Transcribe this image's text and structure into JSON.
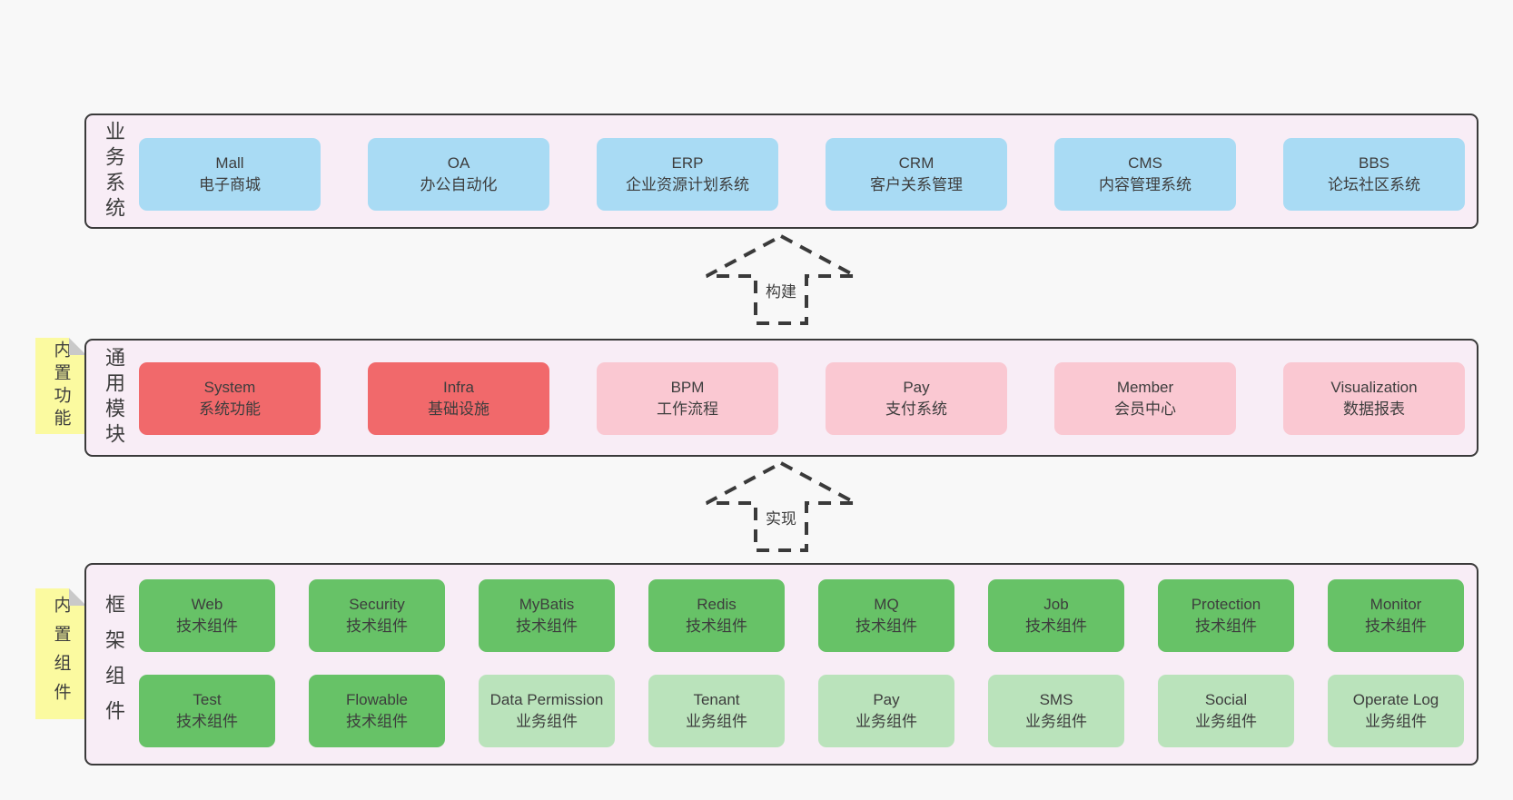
{
  "colors": {
    "page_bg": "#f8f8f8",
    "panel_bg": "#f8edf6",
    "panel_border": "#3a3a3a",
    "box_blue": "#a9dbf4",
    "box_red": "#f1696b",
    "box_pink": "#fac8d2",
    "box_green": "#67c267",
    "box_green_light": "#bae3bb",
    "note_yellow": "#fbfaa0",
    "note_fold_gray": "#c9c9c9",
    "text": "#3d3d3d"
  },
  "arrows": {
    "build": "构建",
    "implement": "实现"
  },
  "sections": {
    "business": {
      "label": "业务系统",
      "boxes": [
        {
          "name": "Mall",
          "desc": "电子商城"
        },
        {
          "name": "OA",
          "desc": "办公自动化"
        },
        {
          "name": "ERP",
          "desc": "企业资源计划系统"
        },
        {
          "name": "CRM",
          "desc": "客户关系管理"
        },
        {
          "name": "CMS",
          "desc": "内容管理系统"
        },
        {
          "name": "BBS",
          "desc": "论坛社区系统"
        }
      ]
    },
    "modules": {
      "label": "通用模块",
      "note": "内置功能",
      "boxes": [
        {
          "name": "System",
          "desc": "系统功能"
        },
        {
          "name": "Infra",
          "desc": "基础设施"
        },
        {
          "name": "BPM",
          "desc": "工作流程"
        },
        {
          "name": "Pay",
          "desc": "支付系统"
        },
        {
          "name": "Member",
          "desc": "会员中心"
        },
        {
          "name": "Visualization",
          "desc": "数据报表"
        }
      ]
    },
    "components": {
      "label": "框架组件",
      "note": "内置组件",
      "row1": [
        {
          "name": "Web",
          "desc": "技术组件"
        },
        {
          "name": "Security",
          "desc": "技术组件"
        },
        {
          "name": "MyBatis",
          "desc": "技术组件"
        },
        {
          "name": "Redis",
          "desc": "技术组件"
        },
        {
          "name": "MQ",
          "desc": "技术组件"
        },
        {
          "name": "Job",
          "desc": "技术组件"
        },
        {
          "name": "Protection",
          "desc": "技术组件"
        },
        {
          "name": "Monitor",
          "desc": "技术组件"
        }
      ],
      "row2": [
        {
          "name": "Test",
          "desc": "技术组件"
        },
        {
          "name": "Flowable",
          "desc": "技术组件"
        },
        {
          "name": "Data Permission",
          "desc": "业务组件"
        },
        {
          "name": "Tenant",
          "desc": "业务组件"
        },
        {
          "name": "Pay",
          "desc": "业务组件"
        },
        {
          "name": "SMS",
          "desc": "业务组件"
        },
        {
          "name": "Social",
          "desc": "业务组件"
        },
        {
          "name": "Operate Log",
          "desc": "业务组件"
        }
      ]
    }
  }
}
